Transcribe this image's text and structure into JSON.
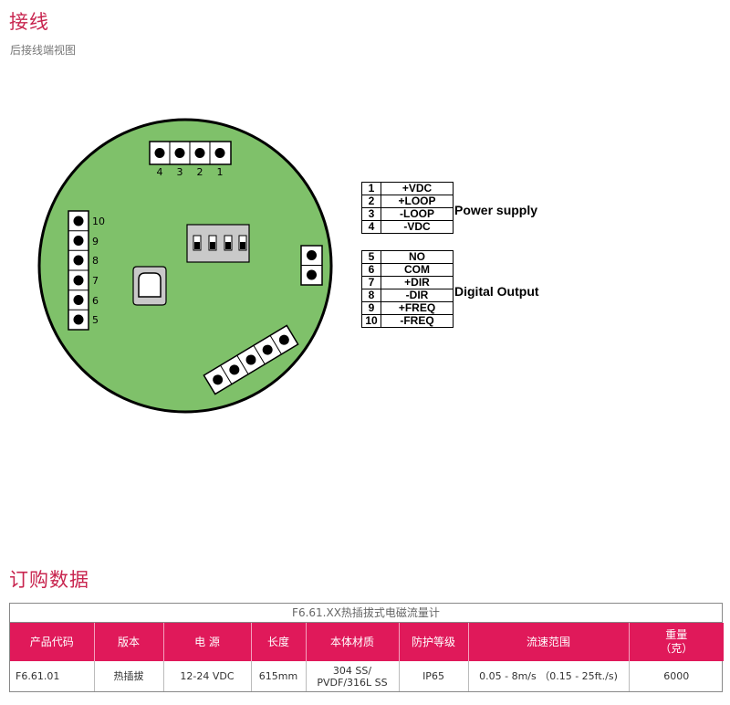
{
  "wiring": {
    "title": "接线",
    "subtitle": "后接线端视图"
  },
  "board": {
    "top_pins": [
      "4",
      "3",
      "2",
      "1"
    ],
    "left_pins": [
      "10",
      "9",
      "8",
      "7",
      "6",
      "5"
    ],
    "colors": {
      "pcb": "#7fc16a",
      "outline": "#000000",
      "component": "#c9c9c9"
    }
  },
  "pinout": {
    "power": {
      "label": "Power supply",
      "rows": [
        {
          "num": "1",
          "label": "+VDC"
        },
        {
          "num": "2",
          "label": "+LOOP"
        },
        {
          "num": "3",
          "label": "-LOOP"
        },
        {
          "num": "4",
          "label": "-VDC"
        }
      ]
    },
    "digital": {
      "label": "Digital Output",
      "rows": [
        {
          "num": "5",
          "label": "NO"
        },
        {
          "num": "6",
          "label": "COM"
        },
        {
          "num": "7",
          "label": "+DIR"
        },
        {
          "num": "8",
          "label": "-DIR"
        },
        {
          "num": "9",
          "label": "+FREQ"
        },
        {
          "num": "10",
          "label": "-FREQ"
        }
      ]
    }
  },
  "order": {
    "title": "订购数据",
    "caption": "F6.61.XX热插拔式电磁流量计",
    "header_color": "#e0195a",
    "headers": [
      "产品代码",
      "版本",
      "电 源",
      "长度",
      "本体材质",
      "防护等级",
      "流速范围",
      [
        "重量",
        "（克）"
      ]
    ],
    "row": [
      "F6.61.01",
      "热插拔",
      "12-24 VDC",
      "615mm",
      [
        "304 SS/",
        "PVDF/316L SS"
      ],
      "IP65",
      "0.05 - 8m/s （0.15 - 25ft./s)",
      "6000"
    ]
  }
}
